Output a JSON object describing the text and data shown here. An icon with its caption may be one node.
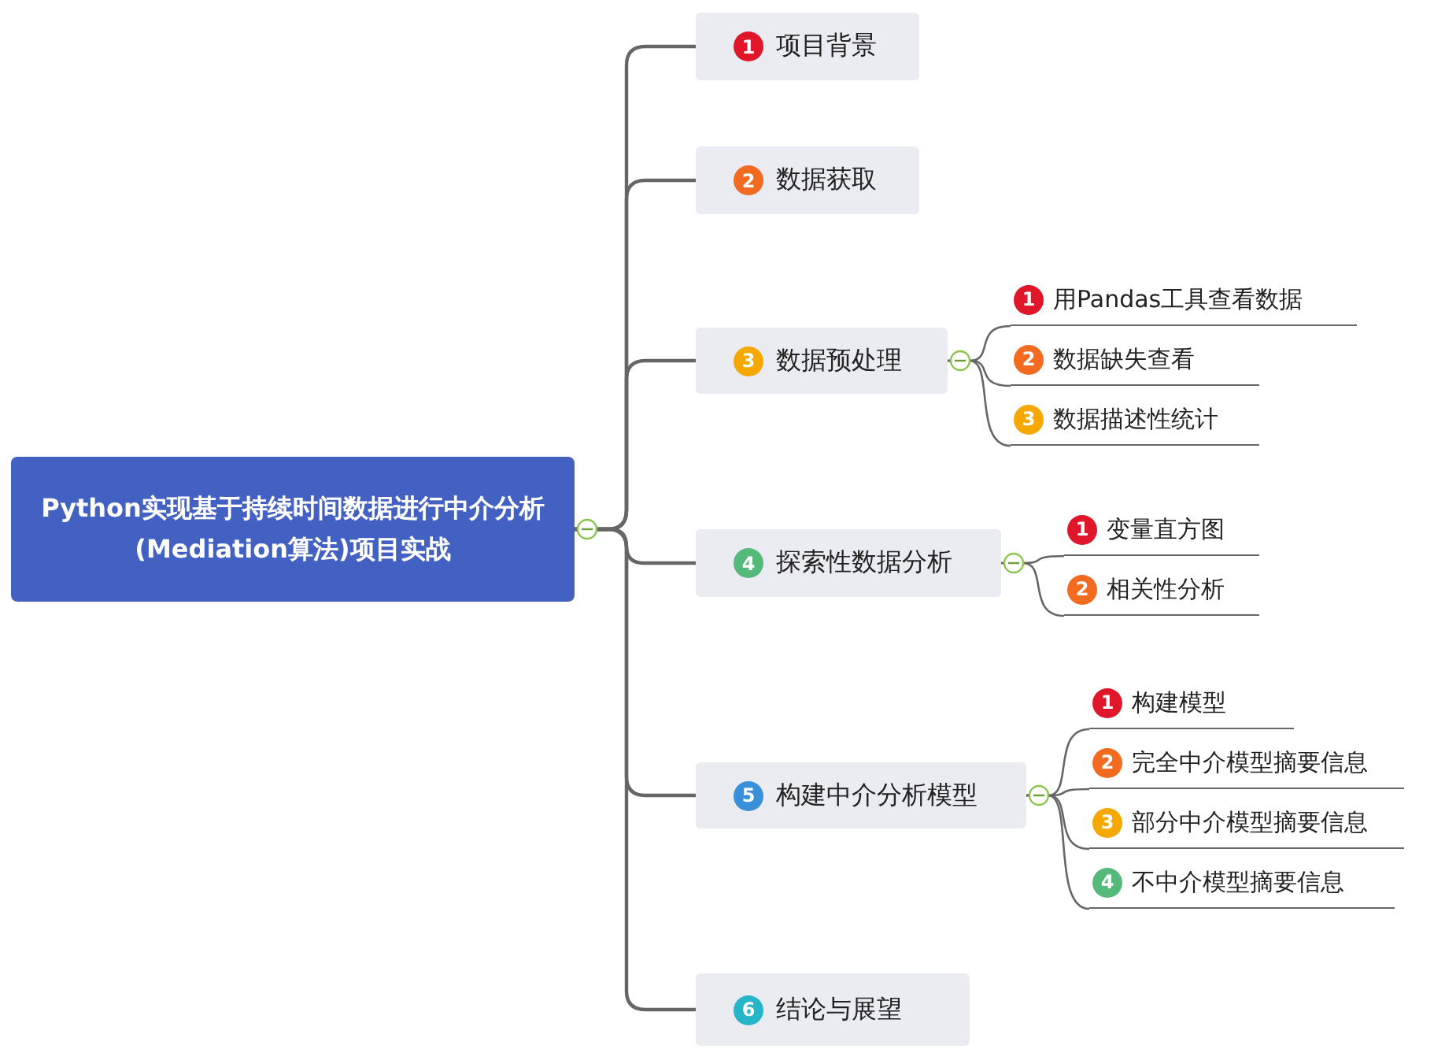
{
  "diagram": {
    "nodes": [
      {
        "text": [
          "Python实现基于持续时间数据进行中介分析(Mediation算法)项目实战"
        ]
      },
      {
        "text": [
          "1",
          "项目背景"
        ]
      },
      {
        "text": [
          "2",
          "数据获取"
        ]
      },
      {
        "text": [
          "3",
          "数据预处理"
        ]
      },
      {
        "text": [
          "4",
          "探索性数据分析"
        ]
      },
      {
        "text": [
          "5",
          "构建中介分析模型"
        ]
      },
      {
        "text": [
          "6",
          "结论与展望"
        ]
      },
      {
        "text": [
          "1",
          "用Pandas工具查看数据"
        ]
      },
      {
        "text": [
          "2",
          "数据缺失查看"
        ]
      },
      {
        "text": [
          "3",
          "数据描述性统计"
        ]
      },
      {
        "text": [
          "1",
          "变量直方图"
        ]
      },
      {
        "text": [
          "2",
          "相关性分析"
        ]
      },
      {
        "text": [
          "1",
          "构建模型"
        ]
      },
      {
        "text": [
          "2",
          "完全中介模型摘要信息"
        ]
      },
      {
        "text": [
          "3",
          "部分中介模型摘要信息"
        ]
      },
      {
        "text": [
          "4",
          "不中介模型摘要信息"
        ]
      }
    ],
    "edges": [
      {
        "from": 0,
        "to": 1,
        "arrow": "none"
      },
      {
        "from": 0,
        "to": 2,
        "arrow": "none"
      },
      {
        "from": 0,
        "to": 3,
        "arrow": "none"
      },
      {
        "from": 0,
        "to": 4,
        "arrow": "none"
      },
      {
        "from": 0,
        "to": 5,
        "arrow": "none"
      },
      {
        "from": 0,
        "to": 6,
        "arrow": "none"
      },
      {
        "from": 3,
        "to": 7,
        "arrow": "none"
      },
      {
        "from": 3,
        "to": 8,
        "arrow": "none"
      },
      {
        "from": 3,
        "to": 9,
        "arrow": "none"
      },
      {
        "from": 4,
        "to": 10,
        "arrow": "none"
      },
      {
        "from": 4,
        "to": 11,
        "arrow": "none"
      },
      {
        "from": 5,
        "to": 12,
        "arrow": "none"
      },
      {
        "from": 5,
        "to": 13,
        "arrow": "none"
      },
      {
        "from": 5,
        "to": 14,
        "arrow": "none"
      },
      {
        "from": 5,
        "to": 15,
        "arrow": "none"
      }
    ]
  }
}
